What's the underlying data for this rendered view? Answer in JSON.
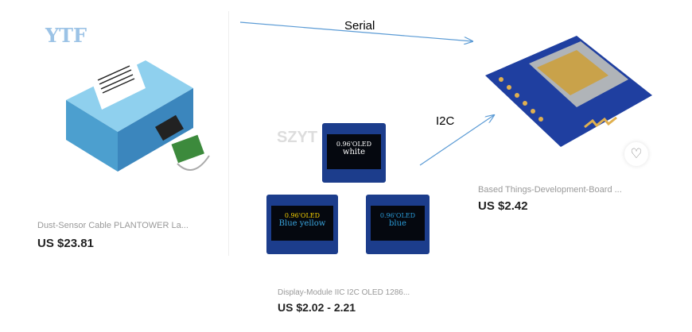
{
  "products": [
    {
      "logo": "YTF",
      "title": "Dust-Sensor Cable PLANTOWER La...",
      "price": "US $23.81"
    },
    {
      "logo": "SZYT",
      "title": "Display-Module IIC I2C OLED 1286...",
      "price": "US $2.02 - 2.21",
      "variants": [
        {
          "size": "0.96'OLED",
          "color": "white"
        },
        {
          "size": "0.96'OLED",
          "color": "Blue yellow"
        },
        {
          "size": "0.96'OLED",
          "color": "blue"
        }
      ]
    },
    {
      "title": "Based Things-Development-Board ...",
      "price": "US $2.42"
    }
  ],
  "connections": [
    {
      "label": "Serial",
      "from": "Dust-Sensor",
      "to": "Development-Board"
    },
    {
      "label": "I2C",
      "from": "Display-Module",
      "to": "Development-Board"
    }
  ],
  "colors": {
    "arrow": "#5b9bd5",
    "board": "#1f3fa0",
    "sensor": "#5aa9d6"
  }
}
